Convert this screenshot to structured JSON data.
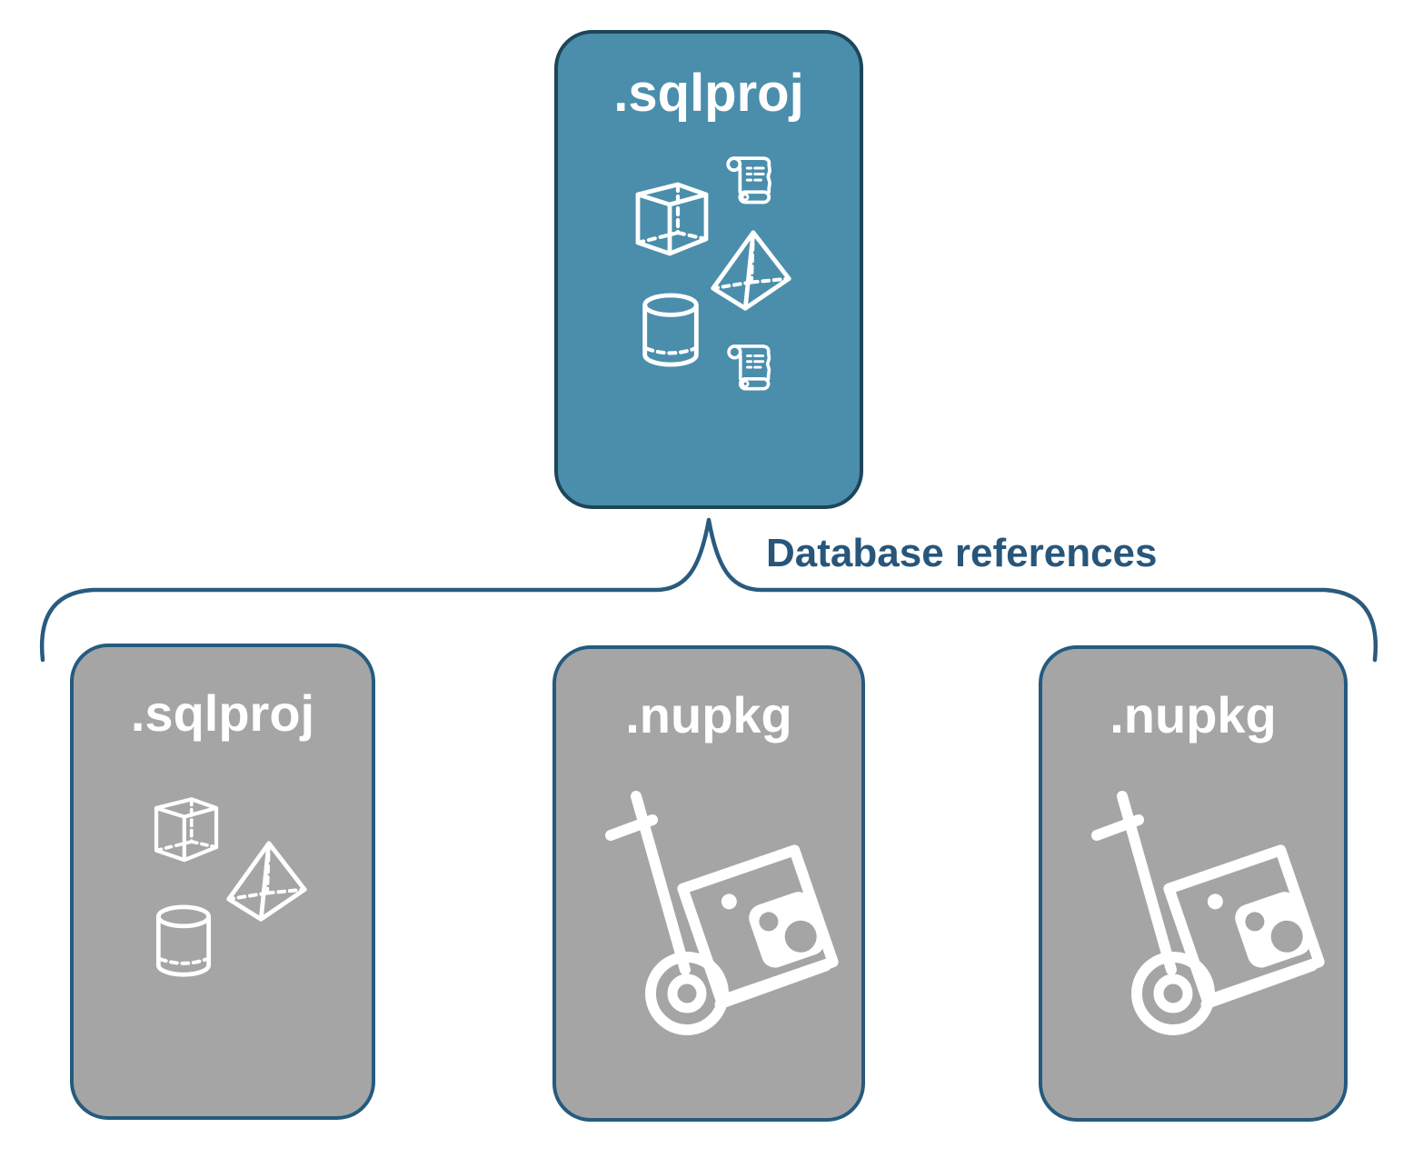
{
  "diagram": {
    "root": {
      "label": ".sqlproj",
      "icons": [
        "script-scroll",
        "cube",
        "pyramid",
        "database-cylinder",
        "script-scroll"
      ]
    },
    "connector": {
      "label": "Database references"
    },
    "children": [
      {
        "label": ".sqlproj",
        "icons": [
          "cube",
          "pyramid",
          "database-cylinder"
        ]
      },
      {
        "label": ".nupkg",
        "icons": [
          "package-handtruck"
        ]
      },
      {
        "label": ".nupkg",
        "icons": [
          "package-handtruck"
        ]
      }
    ],
    "colors": {
      "accent_blue": "#4A8EAC",
      "gray_fill": "#A5A5A5",
      "border_navy": "#1E4558",
      "border_blue": "#265A7F",
      "brace_blue": "#2A5B7F",
      "label_navy": "#28567B",
      "icon_white": "#FFFFFF",
      "background": "#FFFFFF"
    }
  }
}
